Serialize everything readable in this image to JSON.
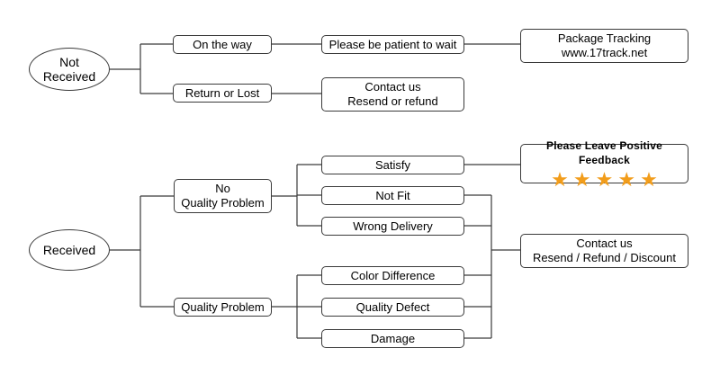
{
  "not_received": {
    "label_line1": "Not",
    "label_line2": "Received",
    "on_the_way": "On the way",
    "be_patient": "Please be patient to wait",
    "tracking_line1": "Package Tracking",
    "tracking_line2": "www.17track.net",
    "return_or_lost": "Return or Lost",
    "contact_line1": "Contact us",
    "contact_line2": "Resend or refund"
  },
  "received": {
    "label": "Received",
    "no_quality_line1": "No",
    "no_quality_line2": "Quality Problem",
    "quality_problem": "Quality Problem",
    "satisfy": "Satisfy",
    "not_fit": "Not Fit",
    "wrong_delivery": "Wrong Delivery",
    "color_difference": "Color Difference",
    "quality_defect": "Quality Defect",
    "damage": "Damage",
    "feedback_title": "Please Leave Positive Feedback",
    "feedback_stars": 5,
    "contact_line1": "Contact us",
    "contact_line2": "Resend / Refund / Discount"
  },
  "colors": {
    "line": "#3a3a3a",
    "star": "#f29d1b"
  }
}
